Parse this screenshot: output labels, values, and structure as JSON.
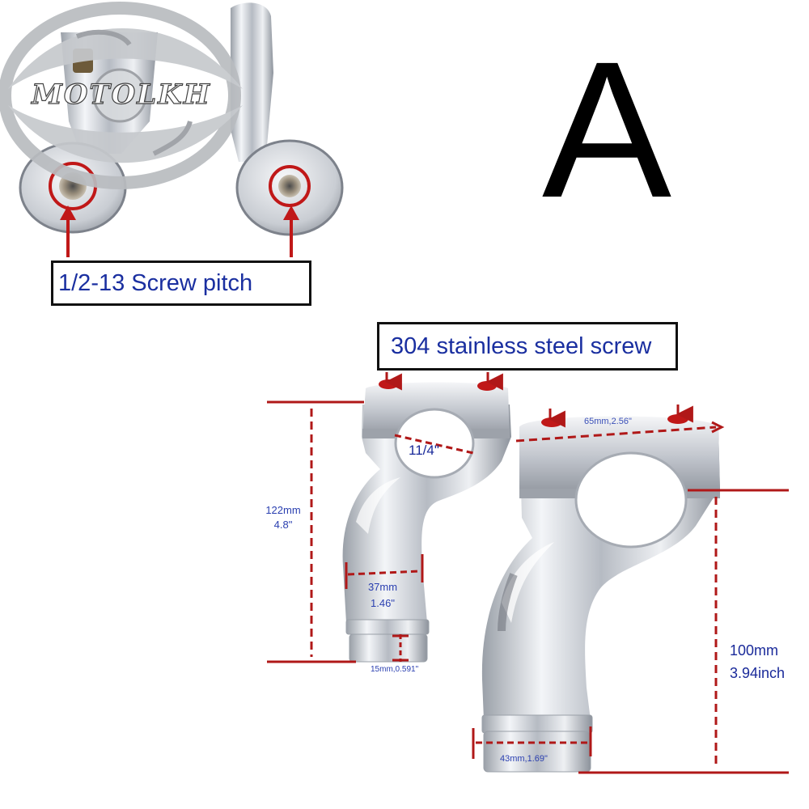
{
  "logo": {
    "text": "MOTOLKH",
    "icon": "stylized-motorcycle-eye-logo"
  },
  "variant_label": "A",
  "callouts": {
    "screw_pitch": "1/2-13 Screw pitch",
    "stainless_screw": "304 stainless steel screw"
  },
  "dimensions": {
    "total_height": [
      "122mm",
      "4.8\""
    ],
    "bore": "11/4\"",
    "clamp_width": "65mm,2.56\"",
    "neck_width": [
      "37mm",
      "1.46\""
    ],
    "collar_height": "15mm,0.591\"",
    "rise_height": [
      "100mm",
      "3.94inch"
    ],
    "base_diameter": "43mm,1.69\""
  },
  "colors": {
    "dimension_lines": "#b01818",
    "dimension_text": "#2a3fb0",
    "label_text": "#1a2fa0",
    "chrome_dark": "#8b909a",
    "chrome_light": "#f4f6f9"
  }
}
